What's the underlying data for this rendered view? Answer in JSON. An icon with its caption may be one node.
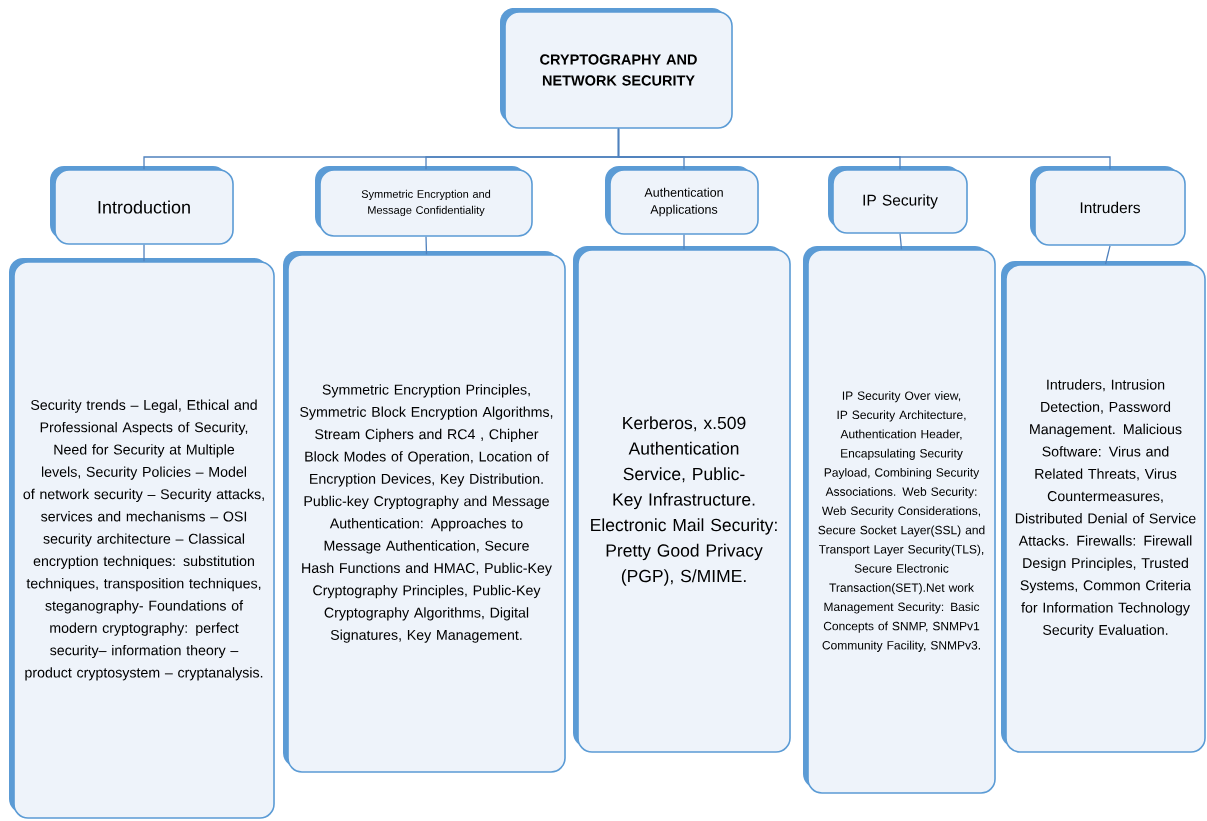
{
  "diagram": {
    "nodes": [
      {
        "text": [
          "CRYPTOGRAPHY AND NETWORK SECURITY"
        ]
      },
      {
        "text": [
          "Introduction"
        ]
      },
      {
        "text": [
          "Security trends – Legal, Ethical and Professional Aspects of Security, Need for Security at Multiple levels, Security Policies – Model of network security – Security attacks, services and mechanisms – OSI security architecture – Classical encryption techniques: substitution techniques, transposition techniques, steganography- Foundations of modern cryptography: perfect security– information theory – product cryptosystem – cryptanalysis."
        ]
      },
      {
        "text": [
          "Symmetric Encryption and Message Confidentiality"
        ]
      },
      {
        "text": [
          "Symmetric Encryption Principles, Symmetric Block Encryption Algorithms, Stream Ciphers and RC4 , Chipher Block Modes of Operation, Location of Encryption Devices, Key Distribution. Public-key Cryptography and Message Authentication: Approaches to Message Authentication, Secure Hash Functions and HMAC, Public-Key Cryptography Principles, Public-Key Cryptography Algorithms, Digital Signatures, Key Management."
        ]
      },
      {
        "text": [
          "Authentication Applications"
        ]
      },
      {
        "text": [
          "Kerberos, x.509 Authentication Service, Public-Key Infrastructure. Electronic Mail Security: Pretty Good Privacy (PGP), S/MIME."
        ]
      },
      {
        "text": [
          "IP Security"
        ]
      },
      {
        "text": [
          "IP Security Over view, IP Security Architecture, Authentication Header, Encapsulating Security Payload, Combining Security Associations. Web Security: Web Security Considerations, Secure Socket Layer(SSL) and Transport Layer Security(TLS), Secure Electronic Transaction(SET).Net work Management Security: Basic Concepts of SNMP, SNMPv1 Community Facility, SNMPv3."
        ]
      },
      {
        "text": [
          "Intruders"
        ]
      },
      {
        "text": [
          "Intruders, Intrusion Detection, Password Management. Malicious Software: Virus and Related Threats, Virus Countermeasures, Distributed Denial of Service Attacks. Firewalls: Firewall Design Principles, Trusted Systems, Common Criteria for Information Technology Security Evaluation."
        ]
      }
    ],
    "edges": [
      {
        "from": 0,
        "to": 1,
        "arrow": "none"
      },
      {
        "from": 0,
        "to": 3,
        "arrow": "none"
      },
      {
        "from": 0,
        "to": 5,
        "arrow": "none"
      },
      {
        "from": 0,
        "to": 7,
        "arrow": "none"
      },
      {
        "from": 0,
        "to": 9,
        "arrow": "none"
      },
      {
        "from": 1,
        "to": 2,
        "arrow": "none"
      },
      {
        "from": 3,
        "to": 4,
        "arrow": "none"
      },
      {
        "from": 5,
        "to": 6,
        "arrow": "none"
      },
      {
        "from": 7,
        "to": 8,
        "arrow": "none"
      },
      {
        "from": 9,
        "to": 10,
        "arrow": "none"
      }
    ]
  }
}
